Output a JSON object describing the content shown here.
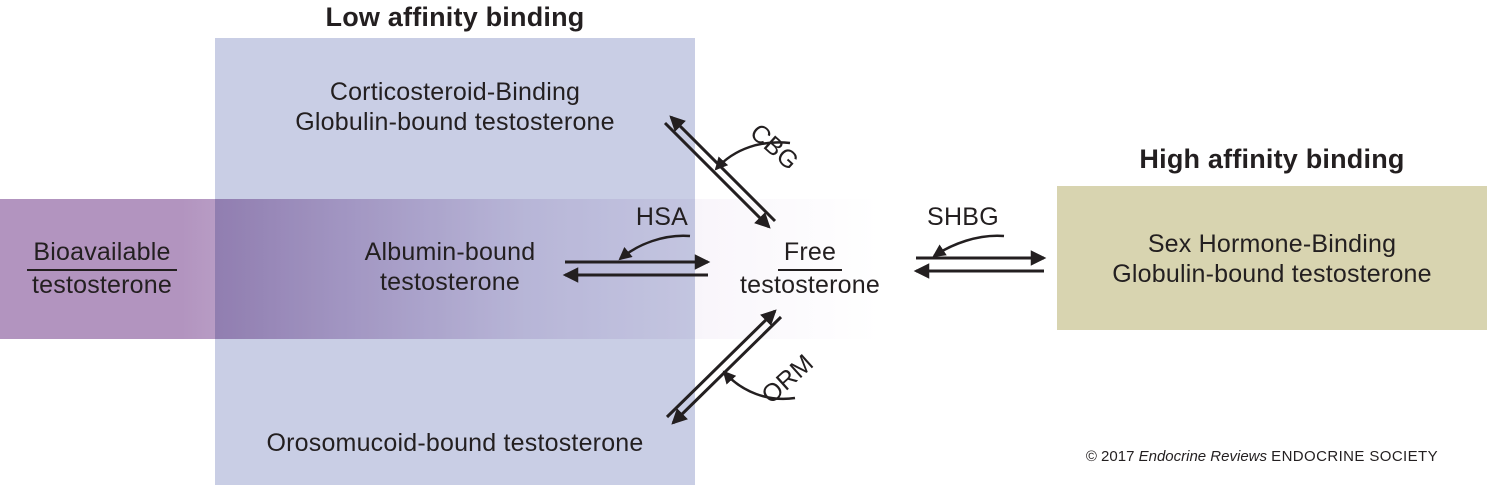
{
  "titles": {
    "low_affinity": "Low affinity binding",
    "high_affinity": "High affinity binding"
  },
  "nodes": {
    "cbg_bound": {
      "line1": "Corticosteroid-Binding",
      "line2": "Globulin-bound testosterone"
    },
    "albumin_bound": {
      "line1": "Albumin-bound",
      "line2": "testosterone"
    },
    "orosomucoid_bound": {
      "line1": "Orosomucoid-bound testosterone"
    },
    "bioavailable": {
      "line1": "Bioavailable",
      "line2": "testosterone"
    },
    "free": {
      "line1": "Free",
      "line2": "testosterone"
    },
    "shbg_bound": {
      "line1": "Sex Hormone-Binding",
      "line2": "Globulin-bound testosterone"
    }
  },
  "arrow_labels": {
    "cbg": "CBG",
    "hsa": "HSA",
    "orm": "ORM",
    "shbg": "SHBG"
  },
  "colors": {
    "low_affinity_box": "#c9cee5",
    "bioavailable_band": "#b294bf",
    "high_affinity_box": "#d8d4b0",
    "arrow": "#231f20",
    "text": "#231f20"
  },
  "footer": {
    "copyright": "© 2017",
    "journal": "Endocrine Reviews",
    "society": "ENDOCRINE SOCIETY"
  }
}
